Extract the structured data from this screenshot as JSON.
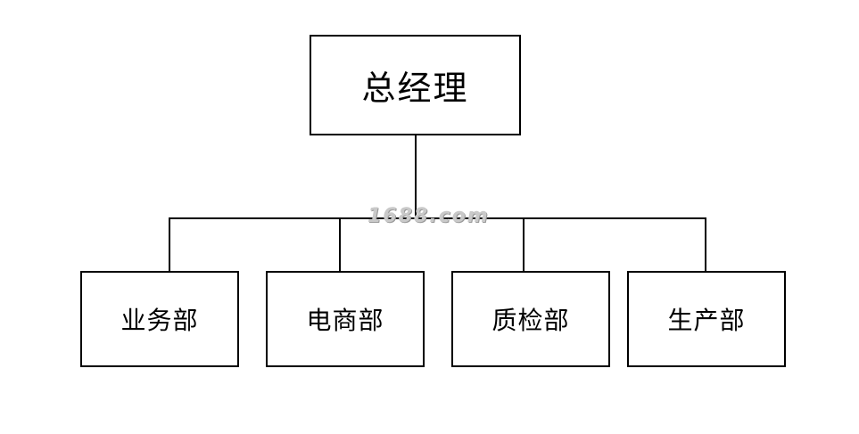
{
  "diagram": {
    "root": {
      "label": "总经理"
    },
    "children": [
      {
        "label": "业务部"
      },
      {
        "label": "电商部"
      },
      {
        "label": "质检部"
      },
      {
        "label": "生产部"
      }
    ]
  },
  "watermark": {
    "text": "1688.com"
  },
  "colors": {
    "line": "#000000",
    "box_border": "#000000",
    "background": "#ffffff",
    "watermark": "#c9c9c9"
  }
}
